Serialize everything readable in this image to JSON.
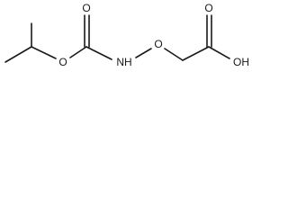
{
  "molecule": {
    "atoms": {
      "ester_oxygen": "O",
      "carbonyl_oxygen_1": "O",
      "amine": "NH",
      "ether_oxygen": "O",
      "carbonyl_oxygen_2": "O",
      "hydroxyl": "OH"
    },
    "colors": {
      "bond": "#1a1a1a",
      "label": "#1a1a1a",
      "background": "#ffffff"
    }
  }
}
